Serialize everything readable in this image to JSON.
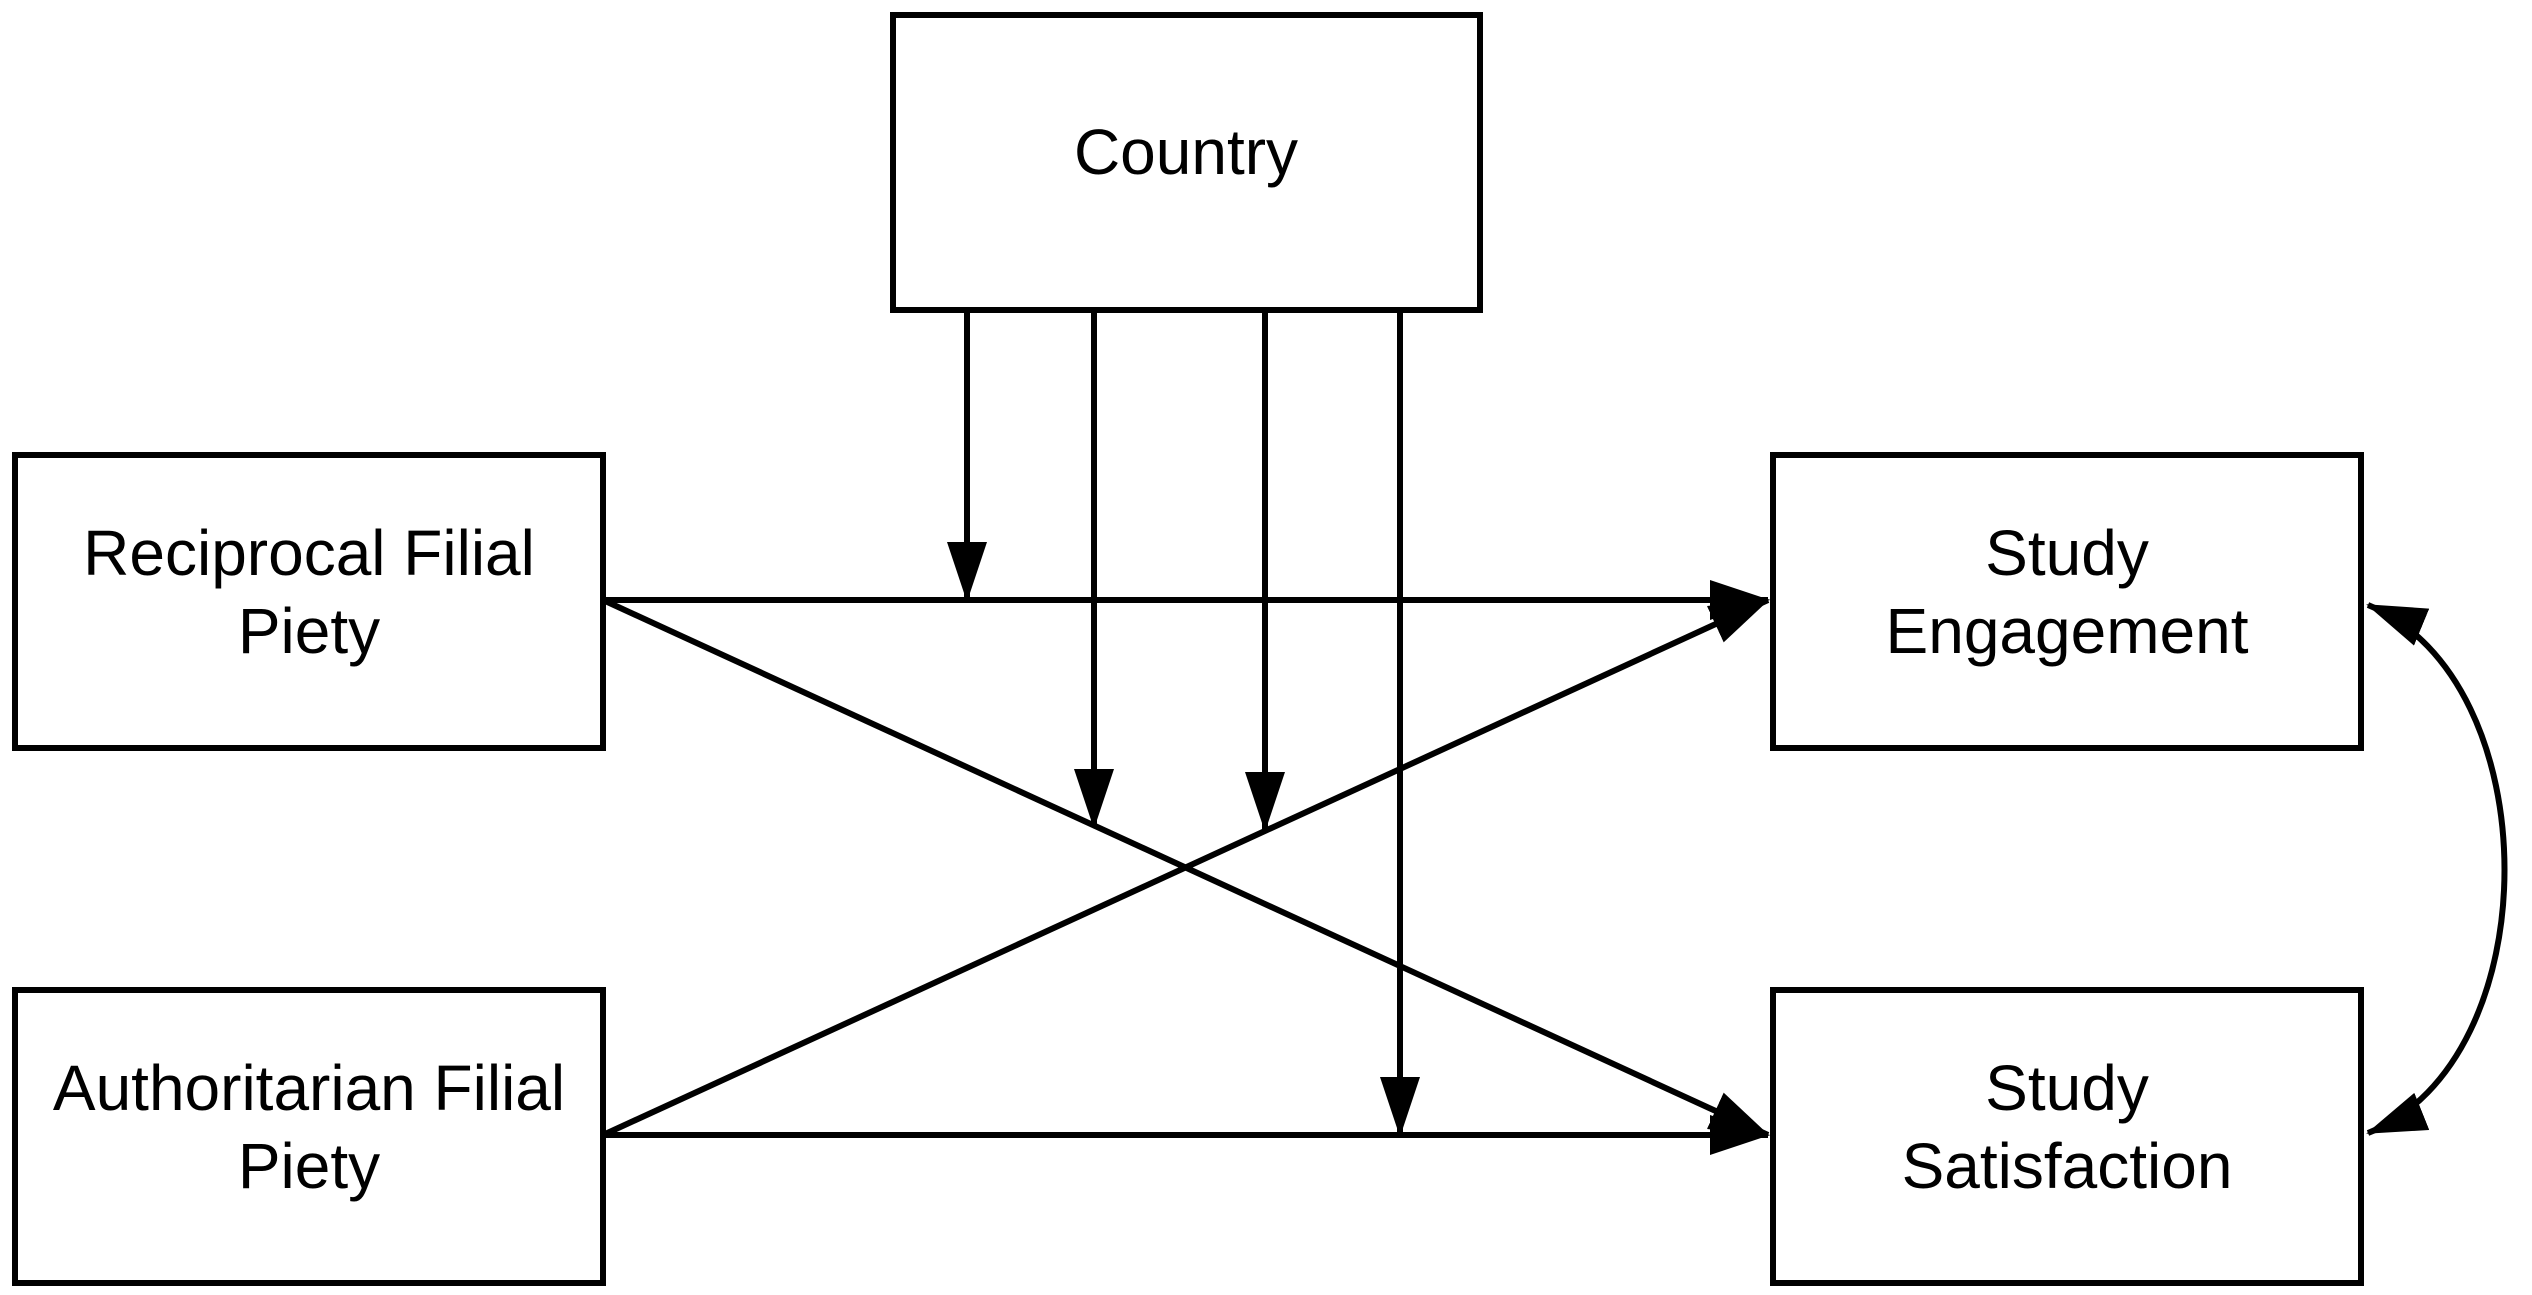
{
  "nodes": {
    "country": {
      "label": "Country"
    },
    "reciprocal": {
      "line1": "Reciprocal Filial",
      "line2": "Piety"
    },
    "authoritarian": {
      "line1": "Authoritarian Filial",
      "line2": "Piety"
    },
    "engagement": {
      "line1": "Study",
      "line2": "Engagement"
    },
    "satisfaction": {
      "line1": "Study",
      "line2": "Satisfaction"
    }
  },
  "edges": [
    {
      "from": "Reciprocal Filial Piety",
      "to": "Study Engagement",
      "type": "directed"
    },
    {
      "from": "Reciprocal Filial Piety",
      "to": "Study Satisfaction",
      "type": "directed"
    },
    {
      "from": "Authoritarian Filial Piety",
      "to": "Study Engagement",
      "type": "directed"
    },
    {
      "from": "Authoritarian Filial Piety",
      "to": "Study Satisfaction",
      "type": "directed"
    },
    {
      "from": "Study Engagement",
      "to": "Study Satisfaction",
      "type": "bidirectional"
    }
  ],
  "moderator": {
    "from": "Country",
    "targets": 4
  },
  "colors": {
    "stroke": "#000000",
    "background": "#ffffff"
  }
}
